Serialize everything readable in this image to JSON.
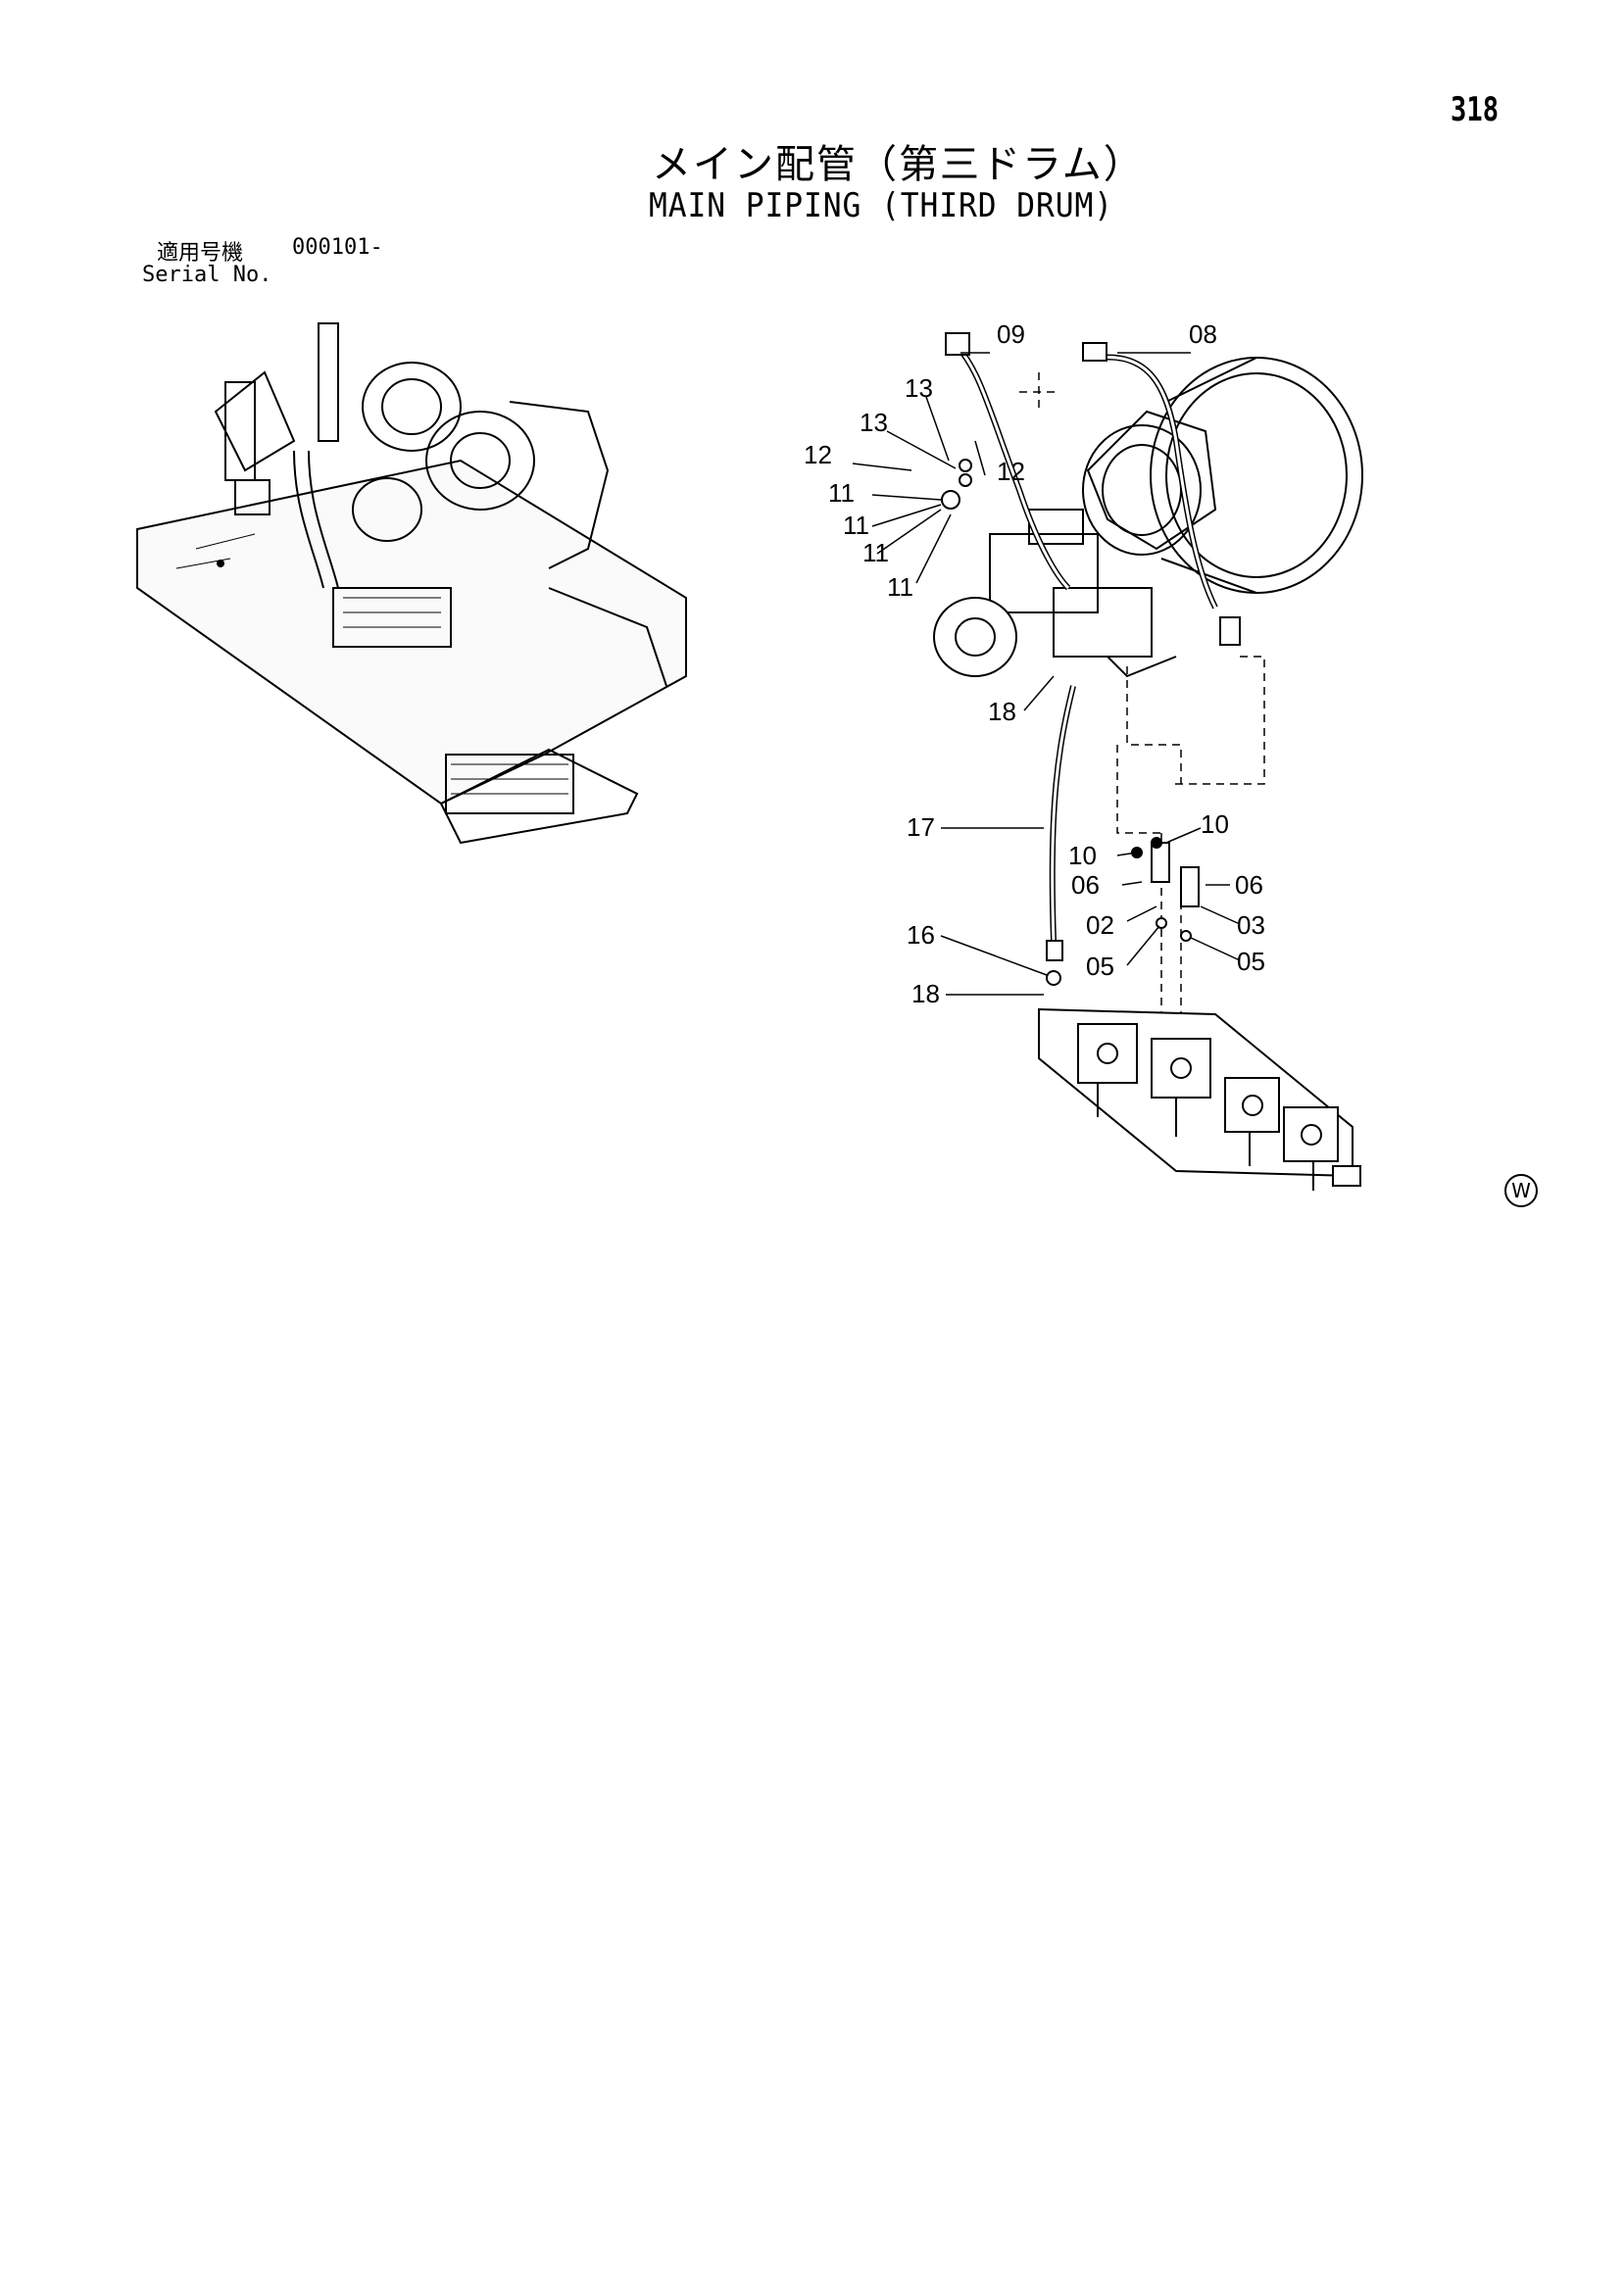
{
  "page": {
    "number": "318",
    "title_jp": "メイン配管（第三ドラム）",
    "title_en": "MAIN PIPING (THIRD DRUM)",
    "serial_label_jp": "適用号機",
    "serial_value": "000101-",
    "serial_label_en": "Serial No.",
    "watermark": "W"
  },
  "callouts": [
    "09",
    "08",
    "13",
    "13",
    "12",
    "12",
    "11",
    "11",
    "11",
    "11",
    "18",
    "17",
    "10",
    "10",
    "06",
    "06",
    "02",
    "03",
    "05",
    "05",
    "16",
    "18"
  ]
}
